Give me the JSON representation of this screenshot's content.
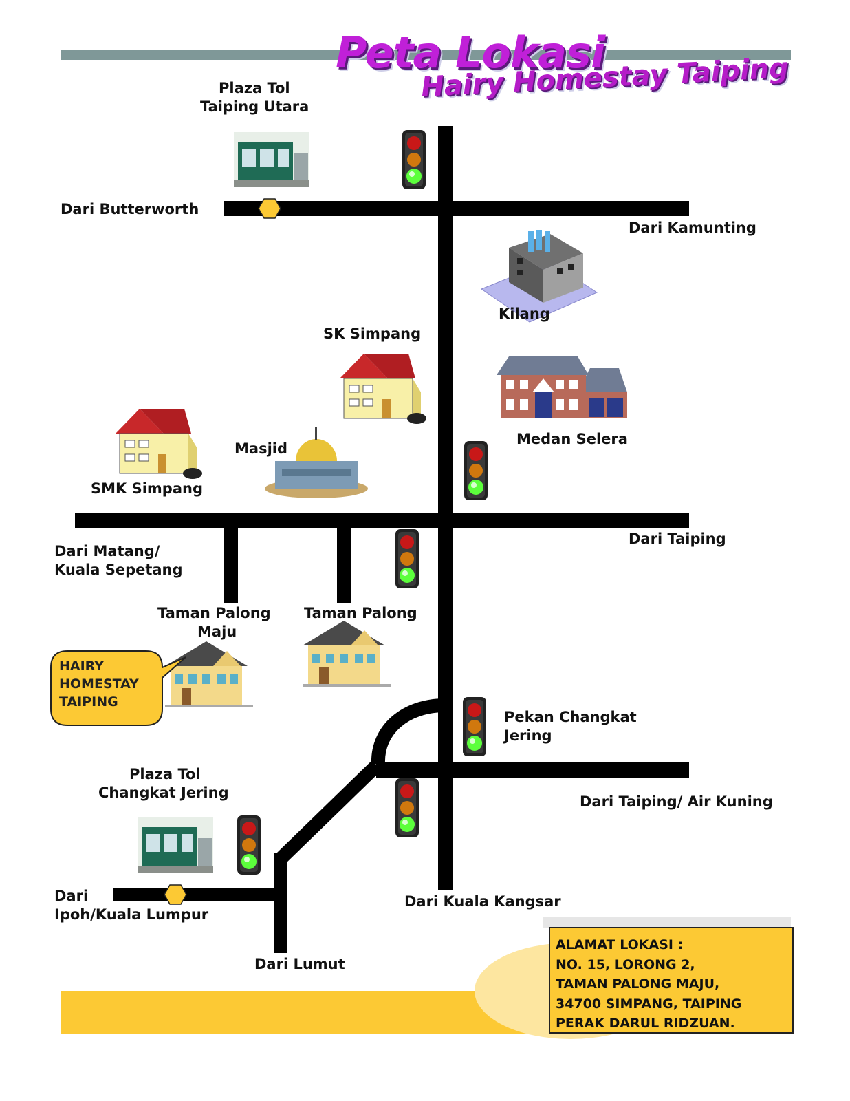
{
  "title": {
    "line1": "Peta Lokasi",
    "line2": "Hairy Homestay Taiping"
  },
  "labels": {
    "plaza_tol_utara_1": "Plaza Tol",
    "plaza_tol_utara_2": "Taiping Utara",
    "dari_butterworth": "Dari Butterworth",
    "dari_kamunting": "Dari Kamunting",
    "kilang": "Kilang",
    "sk_simpang": "SK Simpang",
    "medan_selera": "Medan Selera",
    "masjid": "Masjid",
    "smk_simpang": "SMK Simpang",
    "dari_taiping": "Dari Taiping",
    "dari_matang_1": "Dari Matang/",
    "dari_matang_2": "Kuala Sepetang",
    "taman_palong_maju_1": "Taman Palong",
    "taman_palong_maju_2": "Maju",
    "taman_palong": "Taman Palong",
    "pekan_changkat_1": "Pekan Changkat",
    "pekan_changkat_2": "Jering",
    "plaza_tol_changkat_1": "Plaza Tol",
    "plaza_tol_changkat_2": "Changkat Jering",
    "dari_taiping_air_kuning": "Dari Taiping/ Air Kuning",
    "dari_ipoh_1": "Dari",
    "dari_ipoh_2": "Ipoh/Kuala Lumpur",
    "dari_kuala_kangsar": "Dari Kuala Kangsar",
    "dari_lumut": "Dari Lumut"
  },
  "bubble": {
    "line1": "HAIRY",
    "line2": "HOMESTAY",
    "line3": "TAIPING"
  },
  "address": {
    "line1": "ALAMAT LOKASI :",
    "line2": "NO. 15, LORONG 2,",
    "line3": "TAMAN PALONG MAJU,",
    "line4": "34700 SIMPANG, TAIPING",
    "line5": "PERAK DARUL RIDZUAN."
  },
  "colors": {
    "road": "#000000",
    "banner_top": "#7f9898",
    "banner_bottom": "#fcc934",
    "title": "#c020d8",
    "toll_marker": "#fcc934"
  },
  "icons": [
    "traffic-light-icon",
    "toll-plaza-icon",
    "factory-icon",
    "school-icon",
    "mosque-icon",
    "restaurant-building-icon",
    "house-icon"
  ]
}
